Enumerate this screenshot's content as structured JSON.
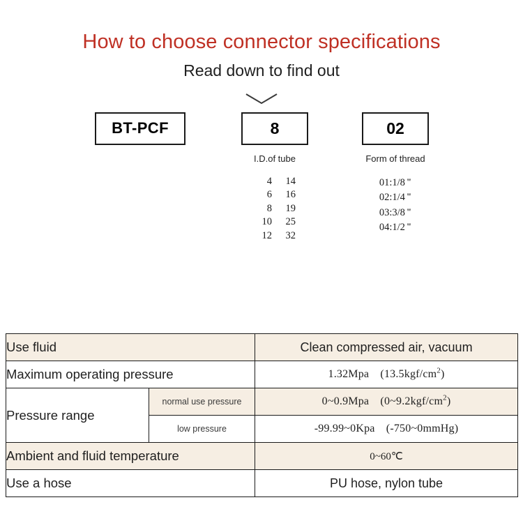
{
  "header": {
    "title": "How to choose connector specifications",
    "subtitle": "Read down to find out",
    "title_color": "#bf3024",
    "chevron_icon": "chevron-down-icon"
  },
  "code_breakdown": {
    "boxes": [
      {
        "name": "series",
        "value": "BT-PCF",
        "caption": ""
      },
      {
        "name": "tube_id",
        "value": "8",
        "caption": "I.D.of tube"
      },
      {
        "name": "thread_form",
        "value": "02",
        "caption": "Form of thread"
      }
    ],
    "tube_options": [
      {
        "small": "4",
        "large": "14"
      },
      {
        "small": "6",
        "large": "16"
      },
      {
        "small": "8",
        "large": "19"
      },
      {
        "small": "10",
        "large": "25"
      },
      {
        "small": "12",
        "large": "32"
      }
    ],
    "thread_options": [
      {
        "code": "01:1/8",
        "unit": "\""
      },
      {
        "code": "02:1/4",
        "unit": "\""
      },
      {
        "code": "03:3/8",
        "unit": "\""
      },
      {
        "code": "04:1/2",
        "unit": "\""
      }
    ]
  },
  "spec_table": {
    "beige_color": "#f6eee3",
    "rows": [
      {
        "label": "Use fluid",
        "sub_label": "",
        "value_main": "Clean compressed air, vacuum",
        "value_sup": "",
        "value_tail": "",
        "shaded": true
      },
      {
        "label": "Maximum operating pressure",
        "sub_label": "",
        "value_main": "1.32Mpa (13.5kgf/cm",
        "value_sup": "2",
        "value_tail": ")",
        "shaded": false
      },
      {
        "label": "Pressure range",
        "sub_label": "normal use pressure",
        "value_main": "0~0.9Mpa (0~9.2kgf/cm",
        "value_sup": "2",
        "value_tail": ")",
        "shaded": true
      },
      {
        "label": "",
        "sub_label": "low pressure",
        "value_main": "-99.99~0Kpa (-750~0mmHg)",
        "value_sup": "",
        "value_tail": "",
        "shaded": false
      },
      {
        "label": "Ambient and fluid temperature",
        "sub_label": "",
        "value_main": "0~60℃",
        "value_sup": "",
        "value_tail": "",
        "shaded": true
      },
      {
        "label": "Use a hose",
        "sub_label": "",
        "value_main": "PU hose, nylon tube",
        "value_sup": "",
        "value_tail": "",
        "shaded": false
      }
    ]
  }
}
